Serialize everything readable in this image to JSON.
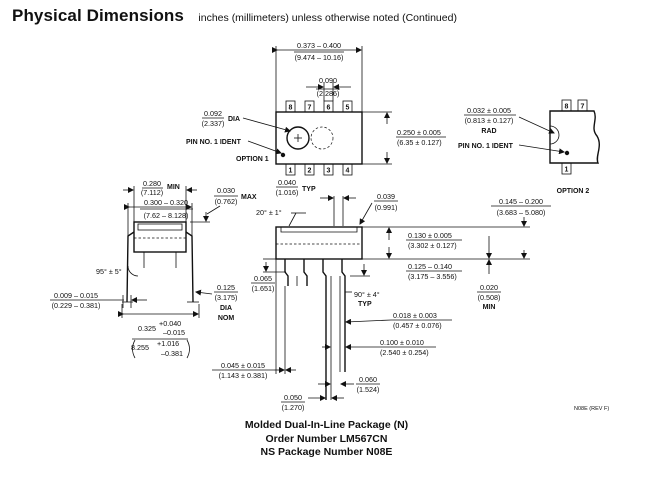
{
  "header": {
    "title": "Physical Dimensions",
    "subtitle": "inches (millimeters) unless otherwise noted (Continued)"
  },
  "top_view": {
    "width_in": "0.373 – 0.400",
    "width_mm": "(9.474 – 10.16)",
    "pitch_in": "0.090",
    "pitch_mm": "(2.286)",
    "dia_in": "0.092",
    "dia_mm": "(2.337)",
    "dia_label": "DIA",
    "pin1_ident": "PIN NO. 1 IDENT",
    "option_label": "OPTION 1",
    "height_in": "0.250 ± 0.005",
    "height_mm": "(6.35 ± 0.127)",
    "pins_top": [
      "8",
      "7",
      "6",
      "5"
    ],
    "pins_bottom": [
      "1",
      "2",
      "3",
      "4"
    ]
  },
  "option2": {
    "rad_in": "0.032 ± 0.005",
    "rad_mm": "(0.813 ± 0.127)",
    "rad_label": "RAD",
    "pin1_ident": "PIN NO. 1 IDENT",
    "option_label": "OPTION 2",
    "pins_top": [
      "8",
      "7"
    ],
    "pins_bottom": [
      "1"
    ]
  },
  "end_view": {
    "width_in": "0.280",
    "width_mm": "(7.112)",
    "min_label": "MIN",
    "span_in": "0.300 – 0.320",
    "span_mm": "(7.62 – 8.128)",
    "max_in": "0.030",
    "max_mm": "(0.762)",
    "max_label": "MAX",
    "angle": "95° ± 5°",
    "lead_in": "0.009 – 0.015",
    "lead_mm": "(0.229 – 0.381)",
    "dia_in": "0.125",
    "dia_mm": "(3.175)",
    "dia_label": "DIA",
    "nom_label": "NOM",
    "row_in": "0.325",
    "row_tol_in_plus": "+0.040",
    "row_tol_in_minus": "–0.015",
    "row_mm": "8.255",
    "row_tol_mm_plus": "+1.016",
    "row_tol_mm_minus": "–0.381"
  },
  "side_view": {
    "lead_in": "0.040",
    "lead_mm": "(1.016)",
    "typ_label": "TYP",
    "shoulder_in": "0.039",
    "shoulder_mm": "(0.991)",
    "angle": "20° ± 1°",
    "seat_in": "0.145 – 0.200",
    "seat_mm": "(3.683 – 5.080)",
    "body_in": "0.130 ± 0.005",
    "body_mm": "(3.302 ± 0.127)",
    "lead_len_in": "0.125 – 0.140",
    "lead_len_mm": "(3.175 – 3.556)",
    "standoff_in": "0.065",
    "standoff_mm": "(1.651)",
    "min_in": "0.020",
    "min_mm": "(0.508)",
    "min_label": "MIN",
    "angle90": "90° ± 4°",
    "typ2_label": "TYP",
    "lead_w_in": "0.018 ± 0.003",
    "lead_w_mm": "(0.457 ± 0.076)",
    "pitch_in": "0.100 ± 0.010",
    "pitch_mm": "(2.540 ± 0.254)",
    "end_in": "0.045 ± 0.015",
    "end_mm": "(1.143 ± 0.381)",
    "w1_in": "0.060",
    "w1_mm": "(1.524)",
    "w2_in": "0.050",
    "w2_mm": "(1.270)"
  },
  "ref_label": "N08E (REV F)",
  "caption": {
    "line1": "Molded Dual-In-Line Package (N)",
    "line2": "Order Number LM567CN",
    "line3": "NS Package Number N08E"
  }
}
